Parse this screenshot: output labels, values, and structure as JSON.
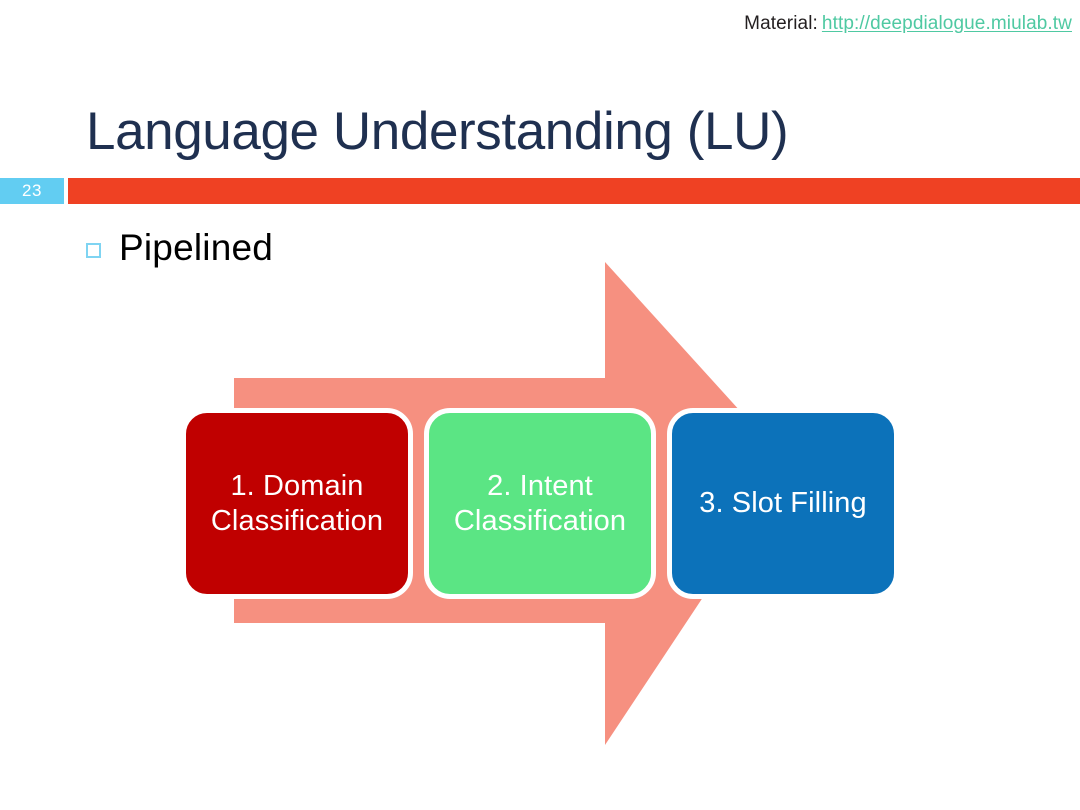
{
  "slide": {
    "number": "23",
    "title": "Language Understanding (LU)",
    "accent_bar_color": "#EF4123",
    "number_badge_color": "#62CDF2",
    "title_color": "#1F3050",
    "background_color": "#FFFFFF"
  },
  "header": {
    "material_label": "Material:",
    "material_url": "http://deepdialogue.miulab.tw",
    "link_color": "#4FC9A2"
  },
  "body": {
    "bullet": {
      "marker": "hollow-square",
      "marker_color": "#7FD4F2",
      "text": "Pipelined"
    }
  },
  "diagram": {
    "type": "pipeline-arrow",
    "arrow_color": "#F69080",
    "arrow_direction": "right",
    "box_border_color": "#FFFFFF",
    "stages": [
      {
        "index": "1",
        "label": "1. Domain\nClassification",
        "color": "#C00000",
        "text_color": "#FFFFFF"
      },
      {
        "index": "2",
        "label": "2. Intent\nClassification",
        "color": "#5BE584",
        "text_color": "#FFFFFF"
      },
      {
        "index": "3",
        "label": "3. Slot Filling",
        "color": "#0C72BA",
        "text_color": "#FFFFFF"
      }
    ]
  }
}
